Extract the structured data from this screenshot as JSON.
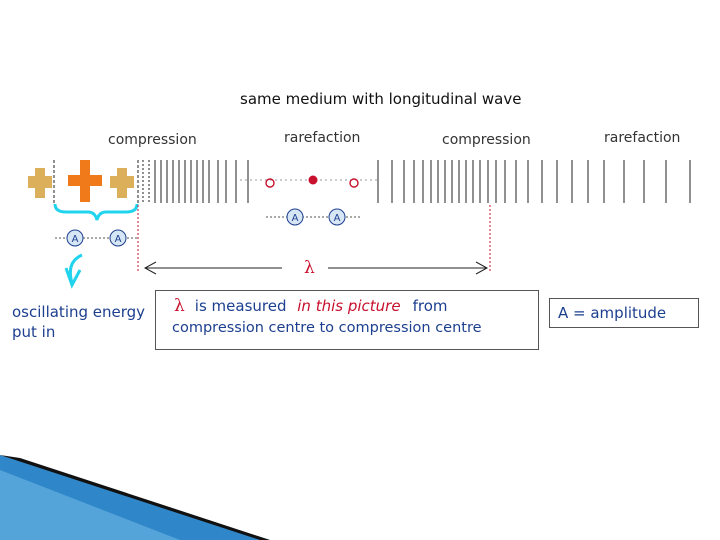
{
  "title": "same medium with longitudinal wave",
  "labels": {
    "compression_1": "compression",
    "rarefaction_1": "rarefaction",
    "compression_2": "compression",
    "rarefaction_2": "rarefaction"
  },
  "source_label": "oscillating energy put in",
  "lambda_symbol": "λ",
  "amplitude_marker": "A",
  "measure_box": {
    "symbol": "λ",
    "text_before": "is measured",
    "highlight": "in this picture",
    "text_after": "from",
    "line2": "compression centre to compression centre"
  },
  "amplitude_box": "A = amplitude",
  "colors": {
    "title": "#111111",
    "text_blue": "#1c3f8f",
    "lambda_red": "#c8102e",
    "source_orange": "#f07a1a",
    "source_ghost": "#d9a74a",
    "brace_cyan": "#22d3ee",
    "particle_red": "#c8102e",
    "line": "#222222",
    "corner_blue": "#2f86c8"
  }
}
